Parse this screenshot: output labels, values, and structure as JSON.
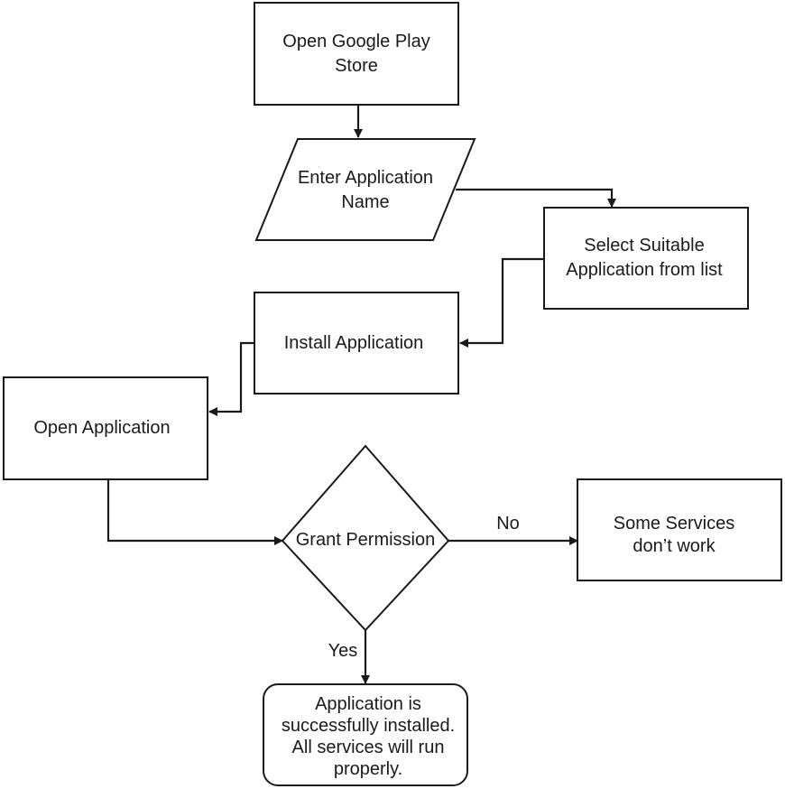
{
  "colors": {
    "stroke": "#1a1a1a",
    "background": "#ffffff"
  },
  "nodes": {
    "open_store": {
      "line1": "Open Google Play",
      "line2": "Store"
    },
    "enter_name": {
      "line1": "Enter Application",
      "line2": "Name"
    },
    "select_app": {
      "line1": "Select Suitable",
      "line2": "Application from list"
    },
    "install_app": {
      "line1": "Install Application"
    },
    "open_app": {
      "line1": "Open Application"
    },
    "grant_perm": {
      "line1": "Grant Permission"
    },
    "some_services": {
      "line1": "Some Services",
      "line2": "don’t work"
    },
    "success": {
      "line1": "Application is",
      "line2": "successfully installed.",
      "line3": "All services will run",
      "line4": "properly."
    }
  },
  "edges": {
    "no_label": "No",
    "yes_label": "Yes"
  }
}
